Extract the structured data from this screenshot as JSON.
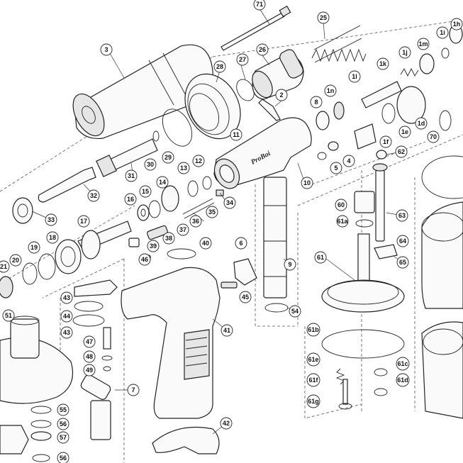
{
  "brand_mark": "ProBoi",
  "parts": {
    "p71": "71",
    "p25": "25",
    "p3": "3",
    "p27": "27",
    "p26": "26",
    "p28": "28",
    "p2": "2",
    "p1h": "1h",
    "p1i": "1i",
    "p1j": "1j",
    "p1m": "1m",
    "p1k": "1k",
    "p1l": "1l",
    "p1n": "1n",
    "p8": "8",
    "p1e": "1e",
    "p1d": "1d",
    "p70": "70",
    "p1f": "1f",
    "p62": "62",
    "p4": "4",
    "p5": "5",
    "p11": "11",
    "p29": "29",
    "p30": "30",
    "p31": "31",
    "p10": "10",
    "p32": "32",
    "p16": "16",
    "p15": "15",
    "p14": "14",
    "p13": "13",
    "p12": "12",
    "p34": "34",
    "p35": "35",
    "p33": "33",
    "p60": "60",
    "p61a": "61a",
    "p63": "63",
    "p17": "17",
    "p38": "38",
    "p37": "37",
    "p36": "36",
    "p64": "64",
    "p39": "39",
    "p40": "40",
    "p6": "6",
    "p18": "18",
    "p19": "19",
    "p20": "20",
    "p46": "46",
    "p9": "9",
    "p61": "61",
    "p65": "65",
    "p21": "21",
    "p45": "45",
    "p43a": "43",
    "p44": "44",
    "p43b": "43",
    "p41": "41",
    "p54": "54",
    "p51": "51",
    "p47": "47",
    "p48": "48",
    "p49": "49",
    "p61b": "61b",
    "p61e": "61e",
    "p61c": "61c",
    "p61d": "61d",
    "p61f": "61f",
    "p61g": "61g",
    "p7": "7",
    "p55": "55",
    "p56a": "56",
    "p57": "57",
    "p56b": "56",
    "p42": "42"
  }
}
